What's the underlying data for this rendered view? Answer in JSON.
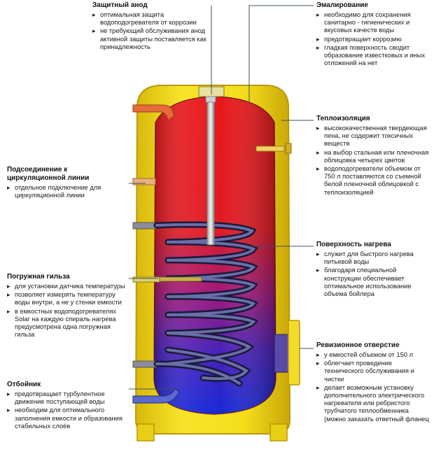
{
  "colors": {
    "jacket": "#f4e01c",
    "jacket_edge": "#c9a90a",
    "tank_hot": "#e8181a",
    "tank_mid": "#8a1a90",
    "tank_cold": "#1a2ad8",
    "coil": "#3a3f7a",
    "pipe": "#e0e0e0",
    "leader": "#4a5a6a"
  },
  "icons": [
    "bullet-triangle-icon"
  ],
  "callouts": {
    "anode": {
      "title": "Защитный анод",
      "items": [
        "оптимальная защита водоподогревателя от коррозии",
        "не требующий обслуживания анод активной защиты поставляется как принадлежность"
      ]
    },
    "enamel": {
      "title": "Эмалирование",
      "items": [
        "необходимо для сохранения санитарно - гигиенических и вкусовых качеств воды",
        "предотвращает коррозию",
        "гладкая поверхность сводит образование известковых и иных отложений на нет"
      ]
    },
    "insulation": {
      "title": "Теплоизоляция",
      "items": [
        "высококачественная твердеющая пена, не содержит токсичных веществ",
        "на выбор стальная или пленочная облицовка четырех цветов",
        "водоподогреватели объемом от 750 л поставляются со съемной белой пленочной облицовкой с теплоизоляцией"
      ]
    },
    "circulation": {
      "title": "Подсоединение к циркуляционной линии",
      "items": [
        "отдельное подключение для циркуляционной линии"
      ]
    },
    "heating": {
      "title": "Поверхность нагрева",
      "items": [
        "служит для быстрого нагрева питьевой воды",
        "благодаря специальной конструкции обеспечивает оптимальное использование объема бойлера"
      ]
    },
    "sleeve": {
      "title": "Погружная гильза",
      "items": [
        "для установки датчика температуры",
        "позволяет измерять температуру воды внутри, а не у стенки емкости",
        "в емкостных водоподогревателях Solar на каждую спираль нагрева предусмотрена одна погружная гильза"
      ]
    },
    "inspection": {
      "title": "Ревизионное отверстие",
      "items": [
        "у емкостей объемом от 150 л",
        "облегчает проведение технического обслуживания и чистки",
        "делает возможным установку дополнительного электрического нагревателя или ребристого трубчатого теплообменника (можно заказать ответный фланец"
      ]
    },
    "baffle": {
      "title": "Отбойник",
      "items": [
        "предотвращает турбулентное движение поступающей воды",
        "необходим для оптимального заполнения емкости и образования стабильных слоёв"
      ]
    }
  }
}
